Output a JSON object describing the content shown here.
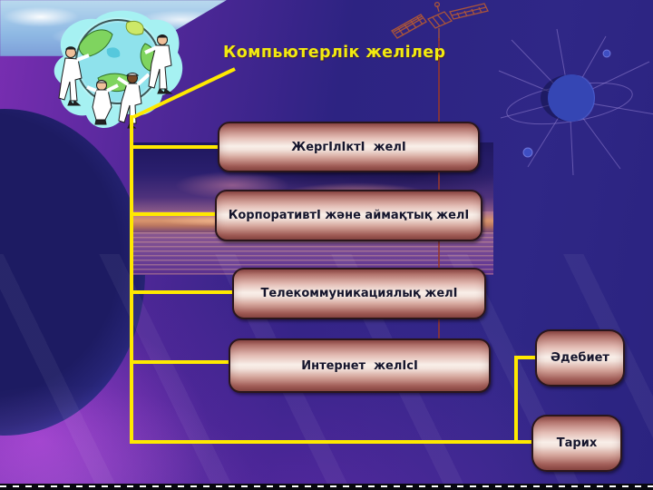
{
  "slide": {
    "title": "Компьютерлік желілер",
    "nodes": [
      {
        "label": "ЖергІлІктІ  желІ"
      },
      {
        "label": "КорпоративтІ және аймақтық желІ"
      },
      {
        "label": "Телекоммуникациялық желІ"
      },
      {
        "label": "Интернет  желІсІ"
      }
    ],
    "side_nodes": [
      {
        "label": "Әдебиет"
      },
      {
        "label": "Тарих"
      }
    ],
    "colors": {
      "title_text": "#f2ea10",
      "connector_line": "#ffe900",
      "box_border": "#2a161c",
      "box_text": "#15152c",
      "box_fill_light": "#f9efe9",
      "box_fill_dark": "#8e4b48",
      "background_indigo": "#2d2382",
      "background_purple": "#7a2eb2",
      "satellite_line": "#b85a32"
    },
    "decorations": [
      "globe-with-people-clipart",
      "satellite-clipart",
      "planet-orbit-graphic",
      "sunset-sea-photo",
      "dashed-cut-line"
    ]
  }
}
